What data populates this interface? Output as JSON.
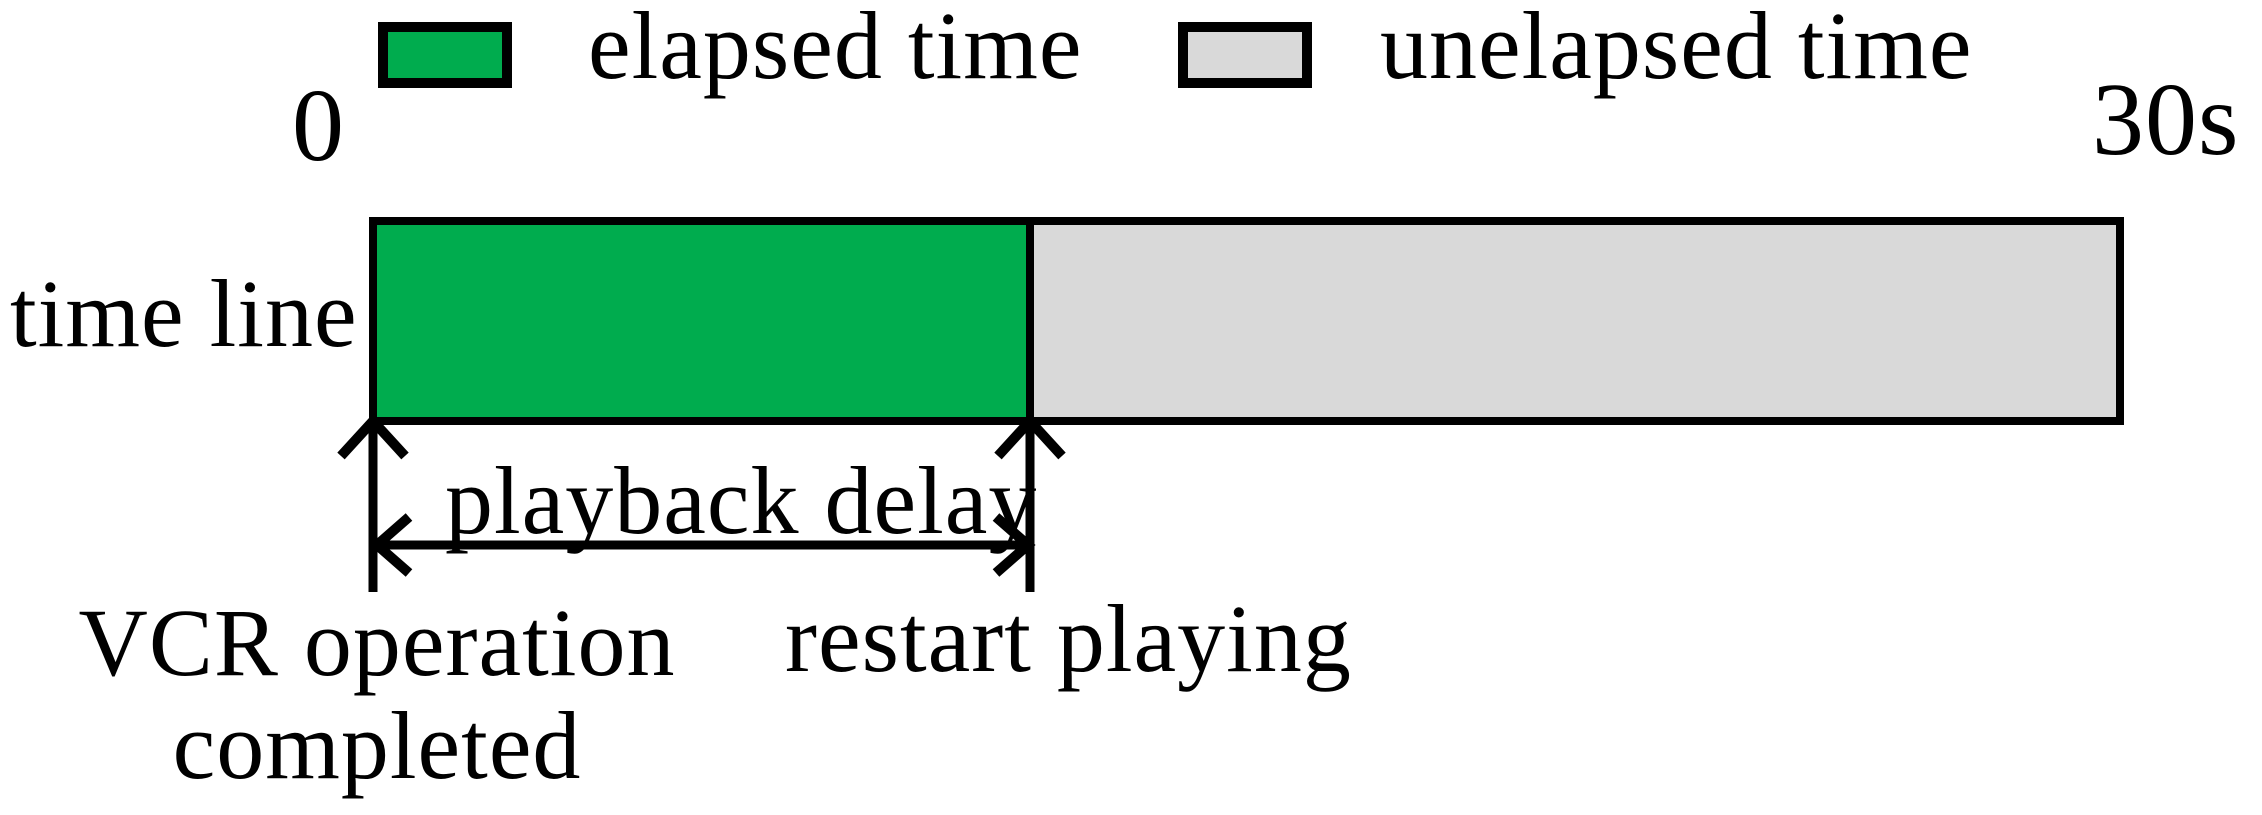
{
  "legend": {
    "items": [
      {
        "label": "elapsed time",
        "color": "#00AC4E"
      },
      {
        "label": "unelapsed time",
        "color": "#D9D9D9"
      }
    ]
  },
  "timeline": {
    "label": "time line",
    "start_tick": "0",
    "end_tick": "30s",
    "total_seconds": 30,
    "elapsed_percent": 37.3,
    "segments": [
      {
        "name": "elapsed time",
        "color": "#00AC4E"
      },
      {
        "name": "unelapsed time",
        "color": "#D9D9D9"
      }
    ]
  },
  "annotations": {
    "delay_label": "playback delay",
    "start_event_line1": "VCR operation",
    "start_event_line2": "completed",
    "end_event": "restart playing"
  },
  "colors": {
    "outline": "#000000",
    "background": "#FFFFFF"
  }
}
